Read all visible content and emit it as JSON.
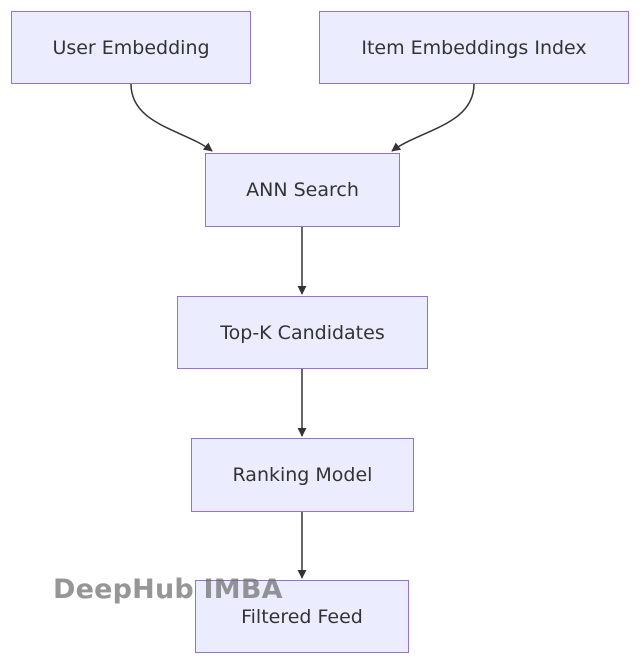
{
  "diagram": {
    "nodes": {
      "user_embedding": "User Embedding",
      "item_embeddings_index": "Item Embeddings Index",
      "ann_search": "ANN Search",
      "top_k_candidates": "Top-K Candidates",
      "ranking_model": "Ranking Model",
      "filtered_feed": "Filtered Feed"
    },
    "edges": [
      {
        "from": "user_embedding",
        "to": "ann_search"
      },
      {
        "from": "item_embeddings_index",
        "to": "ann_search"
      },
      {
        "from": "ann_search",
        "to": "top_k_candidates"
      },
      {
        "from": "top_k_candidates",
        "to": "ranking_model"
      },
      {
        "from": "ranking_model",
        "to": "filtered_feed"
      }
    ]
  },
  "colors": {
    "node_fill": "#ececff",
    "node_border": "#9370db",
    "edge": "#333333",
    "text": "#333333"
  },
  "watermark": {
    "text": "DeepHub IMBA"
  }
}
